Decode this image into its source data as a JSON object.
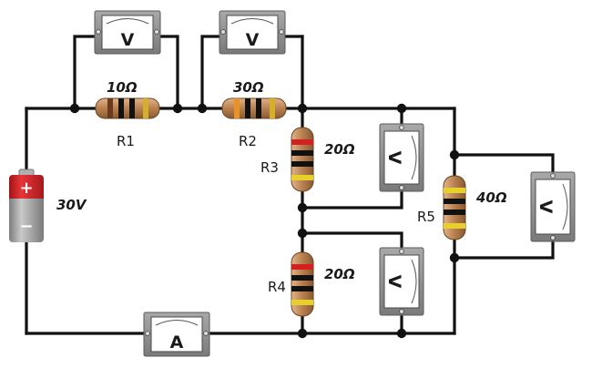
{
  "battery": {
    "voltage": "30V",
    "plus_sign": "+",
    "minus_sign": "−"
  },
  "resistors": {
    "r1": {
      "name": "R1",
      "value": "10Ω"
    },
    "r2": {
      "name": "R2",
      "value": "30Ω"
    },
    "r3": {
      "name": "R3",
      "value": "20Ω"
    },
    "r4": {
      "name": "R4",
      "value": "20Ω"
    },
    "r5": {
      "name": "R5",
      "value": "40Ω"
    }
  },
  "meters": {
    "v1": {
      "letter": "V"
    },
    "v2": {
      "letter": "V"
    },
    "v3": {
      "letter": "V"
    },
    "v4": {
      "letter": "V"
    },
    "v5": {
      "letter": "V"
    },
    "ammeter": {
      "letter": "A"
    }
  },
  "colors": {
    "wire": "#111111",
    "resistor_body": "#c08a5a",
    "battery_red": "#d8262b",
    "battery_gray": "#9a9a9a",
    "meter_frame": "#8e8e8e"
  }
}
